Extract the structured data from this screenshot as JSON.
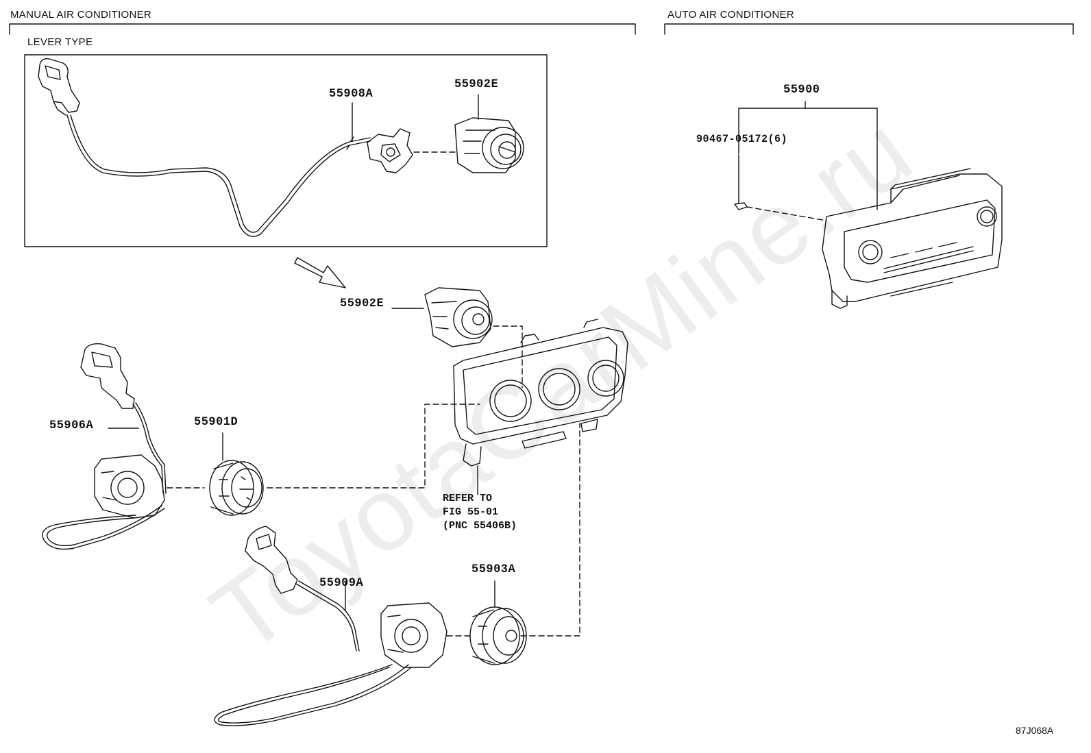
{
  "headers": {
    "manual": "MANUAL AIR CONDITIONER",
    "auto": "AUTO AIR CONDITIONER",
    "lever_type": "LEVER TYPE"
  },
  "parts": {
    "p55908A": "55908A",
    "p55902E_top": "55902E",
    "p55902E_mid": "55902E",
    "p55906A": "55906A",
    "p55901D": "55901D",
    "p55909A": "55909A",
    "p55903A": "55903A",
    "p55900": "55900",
    "p90467": "90467-05172(6)"
  },
  "reference": {
    "line1": "REFER TO",
    "line2": "FIG 55-01",
    "line3": "(PNC 55406B)"
  },
  "diagram_code": "87J068A",
  "watermark": "ToyotaCarMine.ru"
}
